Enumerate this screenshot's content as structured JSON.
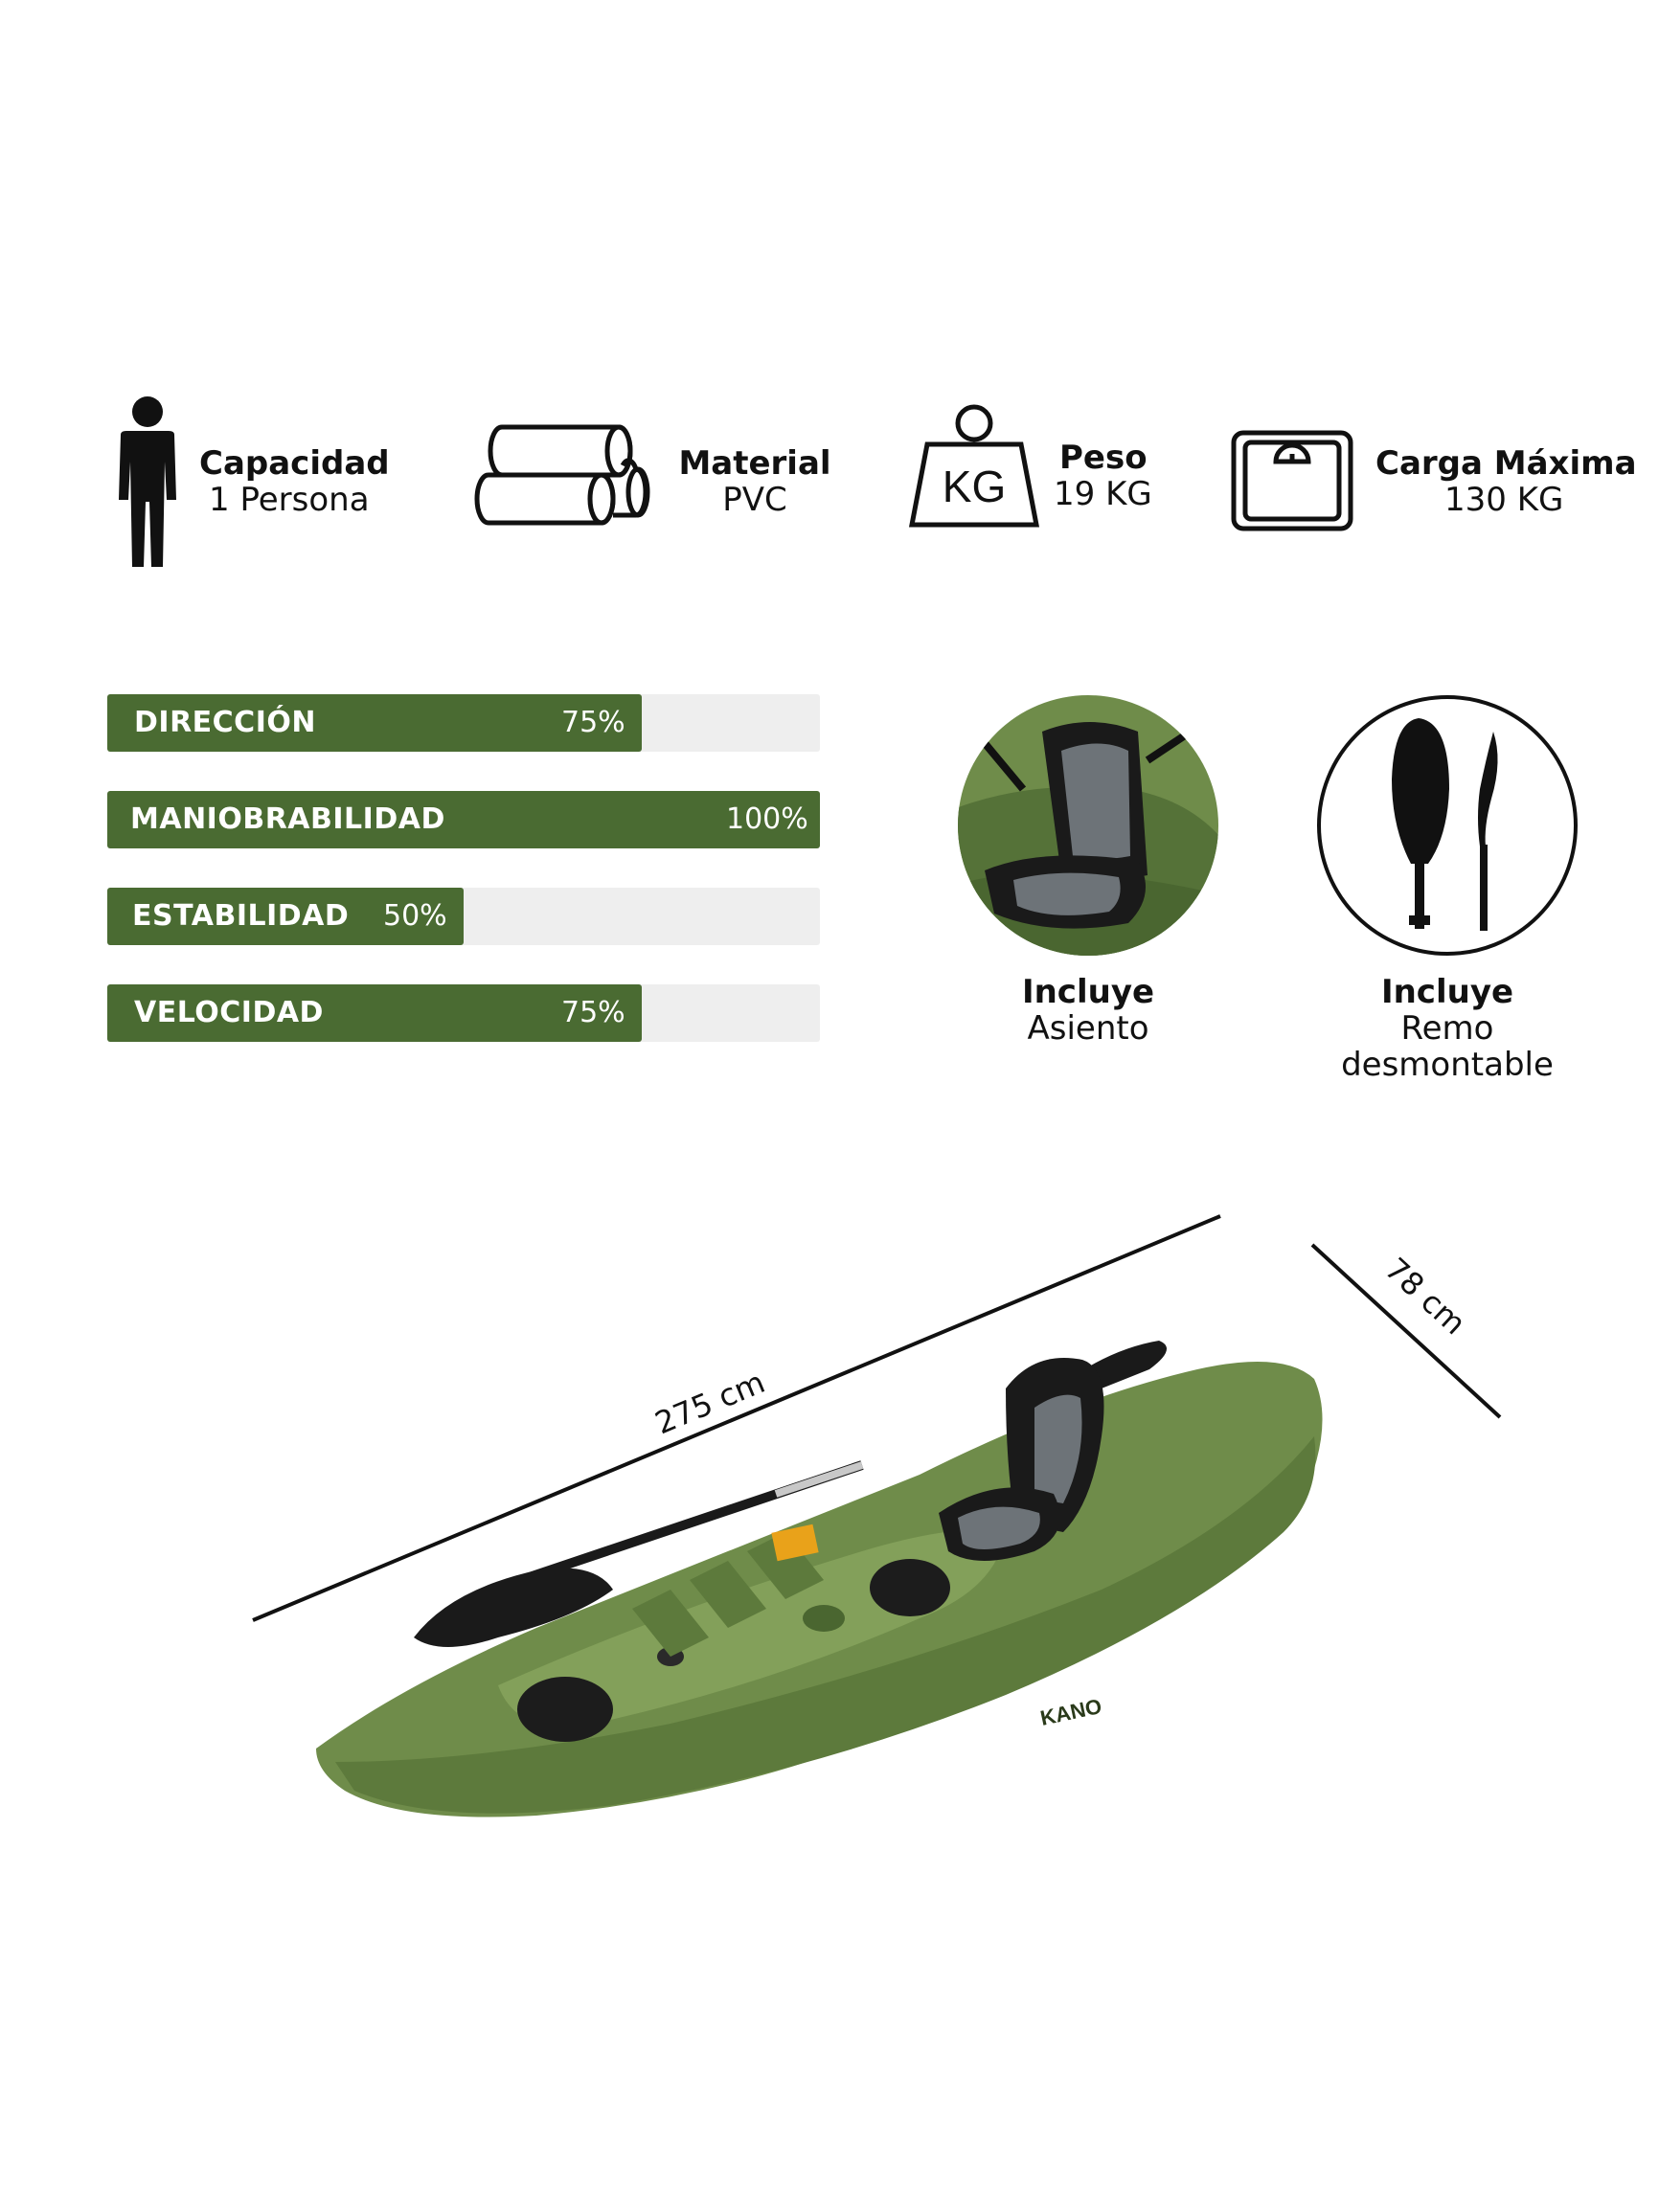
{
  "specs": {
    "capacity": {
      "title": "Capacidad",
      "value": "1 Persona",
      "icon": "person-icon"
    },
    "material": {
      "title": "Material",
      "value": "PVC",
      "icon": "tubes-icon"
    },
    "weight": {
      "title": "Peso",
      "value": "19 KG",
      "icon": "weight-icon",
      "badge": "KG"
    },
    "max_load": {
      "title": "Carga Máxima",
      "value": "130 KG",
      "icon": "scale-icon"
    }
  },
  "ratings": [
    {
      "label": "DIRECCIÓN",
      "percent_text": "75%",
      "value": 75
    },
    {
      "label": "MANIOBRABILIDAD",
      "percent_text": "100%",
      "value": 100
    },
    {
      "label": "ESTABILIDAD",
      "percent_text": "50%",
      "value": 50
    },
    {
      "label": "VELOCIDAD",
      "percent_text": "75%",
      "value": 75
    }
  ],
  "includes": [
    {
      "title": "Incluye",
      "line1": "Asiento",
      "line2": ""
    },
    {
      "title": "Incluye",
      "line1": "Remo",
      "line2": "desmontable"
    }
  ],
  "dimensions": {
    "length": "275 cm",
    "width": "78 cm"
  },
  "brand": "KANO",
  "colors": {
    "bar_fill": "#4a6b32",
    "bar_track": "#eeeeee",
    "kayak": "#6f8c4a"
  }
}
